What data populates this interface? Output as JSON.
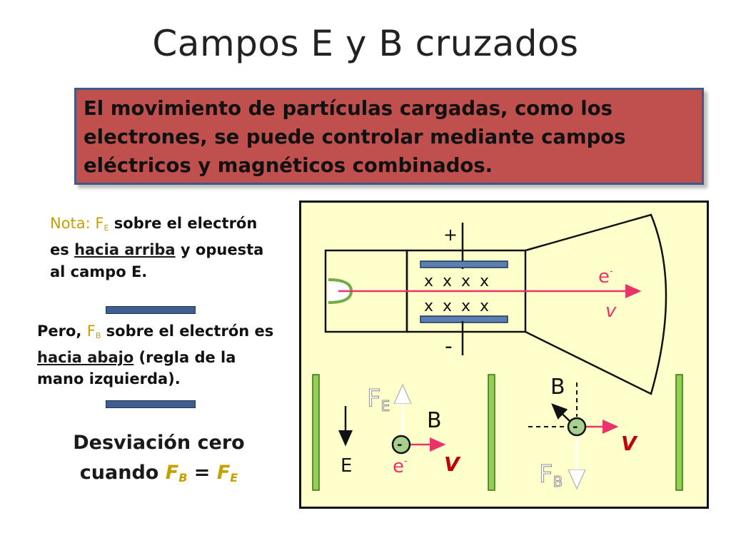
{
  "title": "Campos E y B cruzados",
  "intro": "El movimiento de partículas cargadas, como los electrones, se puede controlar mediante campos eléctricos y magnéticos combinados.",
  "note": {
    "prefix": "Nota: ",
    "fe_symbol": "F",
    "fe_sub": "E",
    "text_a": " sobre el electrón es ",
    "underline": "hacia arriba",
    "text_b": " y opuesta al campo E."
  },
  "note2": {
    "text_a": "Pero, ",
    "fb_symbol": "F",
    "fb_sub": "B",
    "text_b": " sobre el electrón es ",
    "underline": "hacia abajo",
    "text_c": " (regla de la mano izquierda)."
  },
  "conclusion": {
    "line1": "Desviación cero",
    "line2_prefix": "cuando ",
    "f": "F",
    "sub_b": "B",
    "equals": " = ",
    "sub_e": "E"
  },
  "diagram": {
    "plus_label": "+",
    "minus_label": "-",
    "x_row_top": "x x x x",
    "x_row_bottom": "x x x x",
    "electron_label": "e",
    "electron_sup": "-",
    "velocity_label": "v",
    "left_force_label": "F",
    "left_force_sub": "E",
    "left_b_label": "B",
    "left_e_label": "E",
    "left_electron_label": "e",
    "left_electron_sup": "-",
    "left_velocity_label": "V",
    "right_b_label": "B",
    "right_velocity_label": "V",
    "right_force_label": "F",
    "right_force_sub": "B",
    "charge_sign": "-"
  },
  "colors": {
    "intro_bg": "#c0504d",
    "diagram_bg": "#ffffcc",
    "beam": "#e8336b",
    "plate": "#5b7fb3",
    "field_bar": "#92d050",
    "highlight": "#c7a000",
    "electron": "#a8d08d"
  }
}
